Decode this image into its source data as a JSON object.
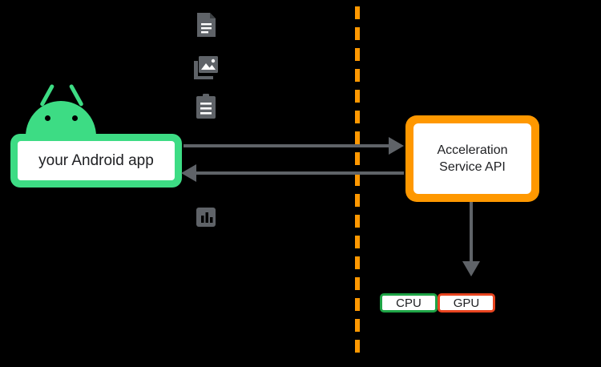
{
  "diagram": {
    "title": "Android app to Acceleration Service API flow",
    "background_color": "#000000"
  },
  "app_node": {
    "label": "your Android app",
    "border_color": "#3DDC84",
    "fill_color": "#FFFFFF",
    "logo_name": "android-robot-logo"
  },
  "api_node": {
    "label_line1": "Acceleration",
    "label_line2": "Service API",
    "border_color": "#FF9800",
    "fill_color": "#FFFFFF"
  },
  "divider": {
    "name": "process-boundary-dashed-line",
    "color": "#FF9800",
    "style": "dashed",
    "orientation": "vertical"
  },
  "arrows": [
    {
      "name": "arrow-app-to-api",
      "direction": "right",
      "color": "#5F6368"
    },
    {
      "name": "arrow-api-to-app",
      "direction": "left",
      "color": "#5F6368"
    },
    {
      "name": "arrow-api-to-hardware",
      "direction": "down",
      "color": "#5F6368"
    }
  ],
  "hardware": {
    "cpu": {
      "label": "CPU",
      "border_color": "#1EA446"
    },
    "gpu": {
      "label": "GPU",
      "border_color": "#E8441F"
    }
  },
  "data_icons": [
    {
      "name": "document-icon",
      "label": "document"
    },
    {
      "name": "image-icon",
      "label": "image"
    },
    {
      "name": "clipboard-icon",
      "label": "clipboard"
    },
    {
      "name": "bar-chart-icon",
      "label": "chart"
    }
  ],
  "icon_color": "#5F6368"
}
